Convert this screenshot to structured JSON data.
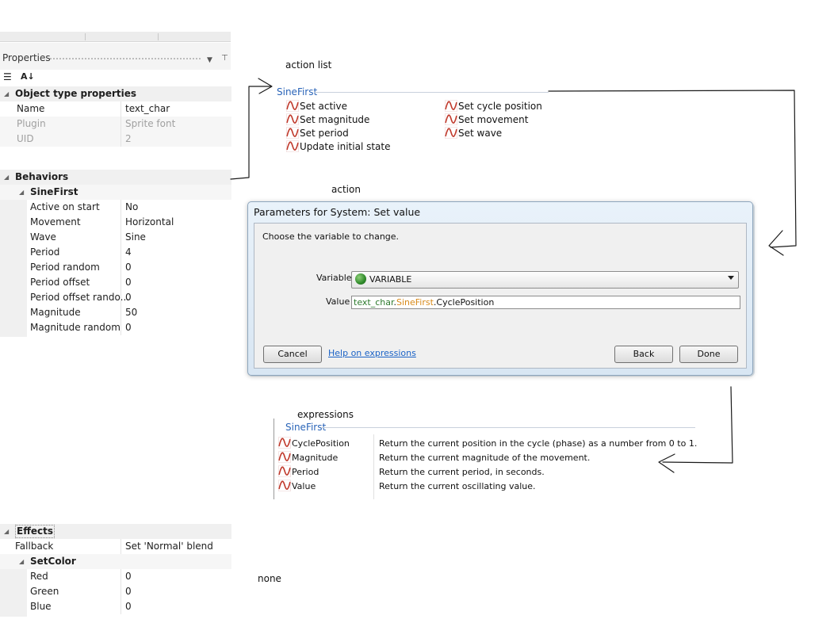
{
  "properties_panel": {
    "title": "Properties",
    "toolbar": {
      "categorized_icon": "categorized-view-icon",
      "alphabetical_icon": "sort-az-icon"
    },
    "object_type": {
      "header": "Object type properties",
      "rows": [
        {
          "key": "Name",
          "value": "text_char",
          "disabled": false
        },
        {
          "key": "Plugin",
          "value": "Sprite font",
          "disabled": true
        },
        {
          "key": "UID",
          "value": "2",
          "disabled": true
        }
      ]
    },
    "behaviors": {
      "header": "Behaviors",
      "sub_header": "SineFirst",
      "rows": [
        {
          "key": "Active on start",
          "value": "No"
        },
        {
          "key": "Movement",
          "value": "Horizontal"
        },
        {
          "key": "Wave",
          "value": "Sine"
        },
        {
          "key": "Period",
          "value": "4"
        },
        {
          "key": "Period random",
          "value": "0"
        },
        {
          "key": "Period offset",
          "value": "0"
        },
        {
          "key": "Period offset rando...",
          "value": "0"
        },
        {
          "key": "Magnitude",
          "value": "50"
        },
        {
          "key": "Magnitude random",
          "value": "0"
        }
      ]
    },
    "effects": {
      "header": "Effects",
      "fallback_key": "Fallback",
      "fallback_value": "Set 'Normal' blend",
      "sub_header": "SetColor",
      "rows": [
        {
          "key": "Red",
          "value": "0"
        },
        {
          "key": "Green",
          "value": "0"
        },
        {
          "key": "Blue",
          "value": "0"
        }
      ]
    }
  },
  "captions": {
    "action_list": "action list",
    "action": "action",
    "expressions": "expressions",
    "none": "none"
  },
  "action_list": {
    "behavior": "SineFirst",
    "col1": [
      "Set active",
      "Set magnitude",
      "Set period",
      "Update initial state"
    ],
    "col2": [
      "Set cycle position",
      "Set movement",
      "Set wave"
    ]
  },
  "dialog": {
    "title": "Parameters for System: Set value",
    "instruction": "Choose the variable to change.",
    "variable_label": "Variable",
    "variable_value": "VARIABLE",
    "value_label": "Value",
    "value_tokens": {
      "object": "text_char",
      "dot1": ".",
      "behavior": "SineFirst",
      "dot2": ".",
      "expression": "CyclePosition"
    },
    "buttons": {
      "cancel": "Cancel",
      "help": "Help on expressions",
      "back": "Back",
      "done": "Done"
    }
  },
  "expressions": {
    "behavior": "SineFirst",
    "rows": [
      {
        "name": "CyclePosition",
        "desc": "Return the current position in the cycle (phase) as a number from 0 to 1."
      },
      {
        "name": "Magnitude",
        "desc": "Return the current magnitude of the movement."
      },
      {
        "name": "Period",
        "desc": "Return the current period, in seconds."
      },
      {
        "name": "Value",
        "desc": "Return the current oscillating value."
      }
    ]
  },
  "colors": {
    "accent_blue": "#2a64b8",
    "token_object": "#2d7a2d",
    "token_behavior": "#d88a1a",
    "link": "#1a62c6",
    "sine_icon": "#c0392b"
  }
}
